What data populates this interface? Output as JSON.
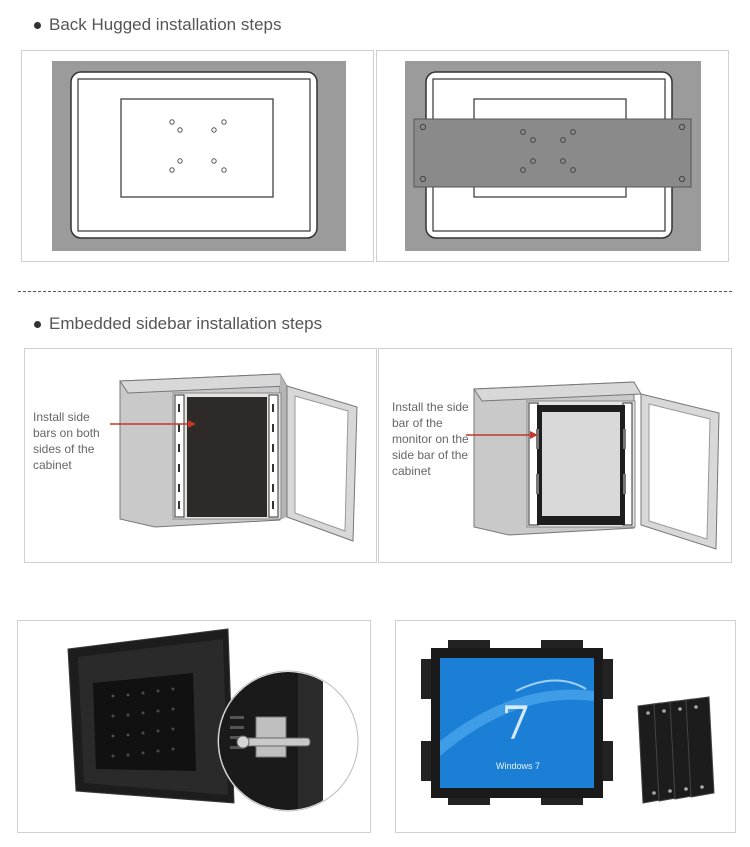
{
  "sections": {
    "back_hugged": {
      "title": "Back Hugged installation steps"
    },
    "embedded": {
      "title": "Embedded sidebar installation steps",
      "left_caption": "Install side bars on both sides of the cabinet",
      "right_caption": "Install the side bar of the monitor on the side bar of the cabinet"
    }
  },
  "product": {
    "os_label": "Windows 7"
  },
  "colors": {
    "mount_gray": "#9b9b9b",
    "bracket_gray": "#8a8a8a",
    "cabinet_gray": "#c9c9c9",
    "arrow_red": "#c0392b",
    "screen_blue": "#1c7fd6"
  }
}
